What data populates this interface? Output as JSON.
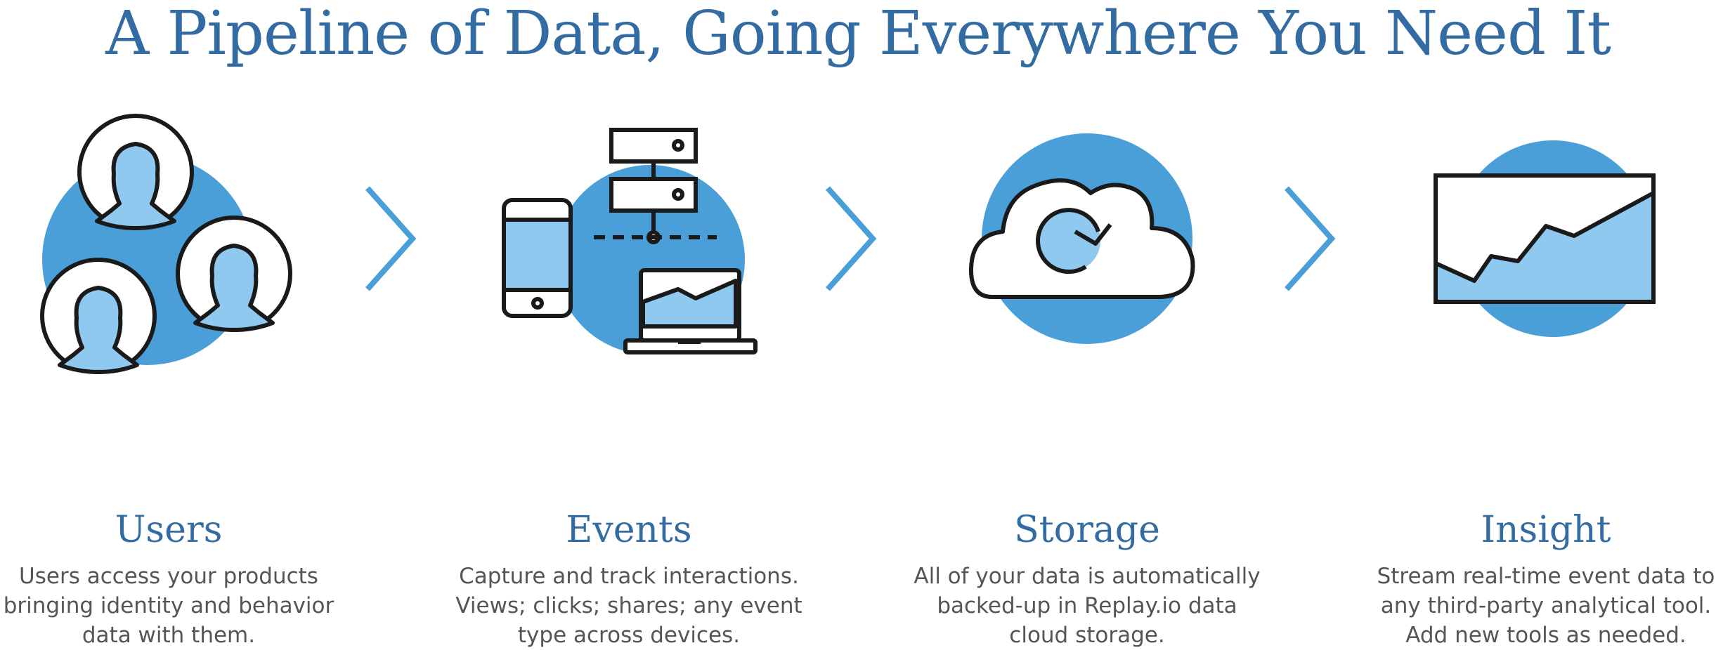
{
  "title": "A Pipeline of Data, Going Everywhere You Need It",
  "colors": {
    "title": "#336ba3",
    "circle": "#4a9fd8",
    "fill_light": "#90c9ef",
    "stroke": "#1a1a1a",
    "text": "#555555",
    "arrow": "#4a9fd8"
  },
  "steps": [
    {
      "label": "Users",
      "icon": "users-icon",
      "description": "Users access your products bringing identity and behavior data with them."
    },
    {
      "label": "Events",
      "icon": "devices-icon",
      "description": "Capture and track interactions. Views; clicks; shares; any event type across devices."
    },
    {
      "label": "Storage",
      "icon": "cloud-sync-icon",
      "description": "All of your data is automatically backed-up in Replay.io data cloud storage."
    },
    {
      "label": "Insight",
      "icon": "line-chart-icon",
      "description": "Stream real-time event data to any third-party analytical tool. Add new tools as needed."
    }
  ]
}
